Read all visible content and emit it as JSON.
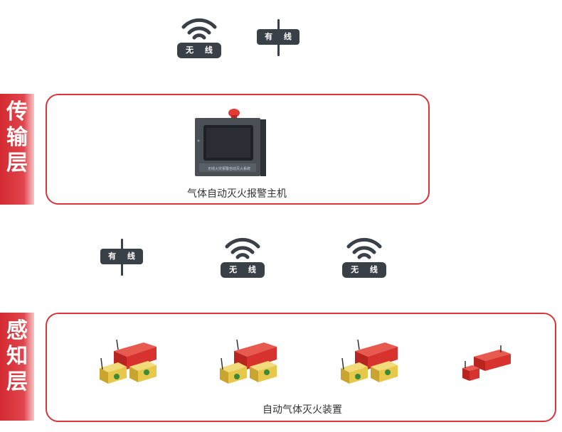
{
  "badges": {
    "wired_label": "有 线",
    "wireless_label": "无 线"
  },
  "transport_layer": {
    "tab_chars": [
      "传",
      "输",
      "层"
    ],
    "device_caption": "气体自动灭火报警主机",
    "panel_plate_text": "无线火灾报警自动灭火系统"
  },
  "sensing_layer": {
    "tab_chars": [
      "感",
      "知",
      "层"
    ],
    "device_caption": "自动气体灭火装置"
  },
  "colors": {
    "accent_red": "#d9343c",
    "badge_dark": "#3a4048",
    "extinguisher_red": "#d8322f",
    "extinguisher_yellow": "#e7c84a"
  }
}
